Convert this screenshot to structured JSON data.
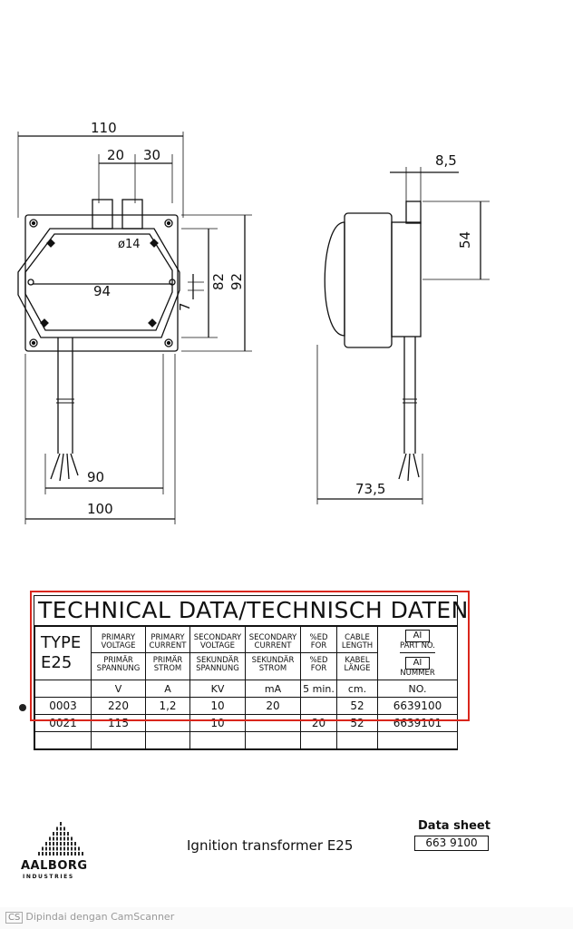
{
  "drawing": {
    "dims": {
      "d110": "110",
      "d20": "20",
      "d30": "30",
      "d14": "ø14",
      "d94": "94",
      "d82": "82",
      "d92": "92",
      "d7": "7",
      "d90": "90",
      "d100": "100",
      "d8_5": "8,5",
      "d54": "54",
      "d73_5": "73,5"
    }
  },
  "table": {
    "title": "TECHNICAL DATA/TECHNISCH DATEN",
    "type_label": "TYPE",
    "type_value": "E25",
    "headers": [
      {
        "en": "PRIMARY VOLTAGE",
        "de": "PRIMÄR SPANNUNG"
      },
      {
        "en": "PRIMARY CURRENT",
        "de": "PRIMÄR STROM"
      },
      {
        "en": "SECONDARY VOLTAGE",
        "de": "SEKUNDÄR SPANNUNG"
      },
      {
        "en": "SECONDARY CURRENT",
        "de": "SEKUNDÄR STROM"
      },
      {
        "en": "%ED FOR",
        "de": "%ED FOR"
      },
      {
        "en": "CABLE LENGTH",
        "de": "KABEL LÄNGE"
      },
      {
        "en_box": "AI",
        "en": "PART NO.",
        "de_box": "AI",
        "de": "NUMMER"
      }
    ],
    "units": [
      "",
      "V",
      "A",
      "KV",
      "mA",
      "5 min.",
      "cm.",
      "NO."
    ],
    "rows": [
      [
        "0003",
        "220",
        "1,2",
        "10",
        "20",
        "",
        "52",
        "6639100"
      ],
      [
        "0021",
        "115",
        "",
        "10",
        "",
        "20",
        "52",
        "6639101"
      ],
      [
        "",
        "",
        "",
        "",
        "",
        "",
        "",
        ""
      ]
    ]
  },
  "footer": {
    "logo": "AALBORG",
    "logo_sub": "INDUSTRIES",
    "title": "Ignition transformer E25",
    "datasheet_label": "Data sheet",
    "datasheet_number": "663 9100"
  },
  "scanner": {
    "mark": "CS",
    "text": "Dipindai dengan CamScanner"
  },
  "colors": {
    "highlight": "#d9261c",
    "ink": "#111111"
  }
}
